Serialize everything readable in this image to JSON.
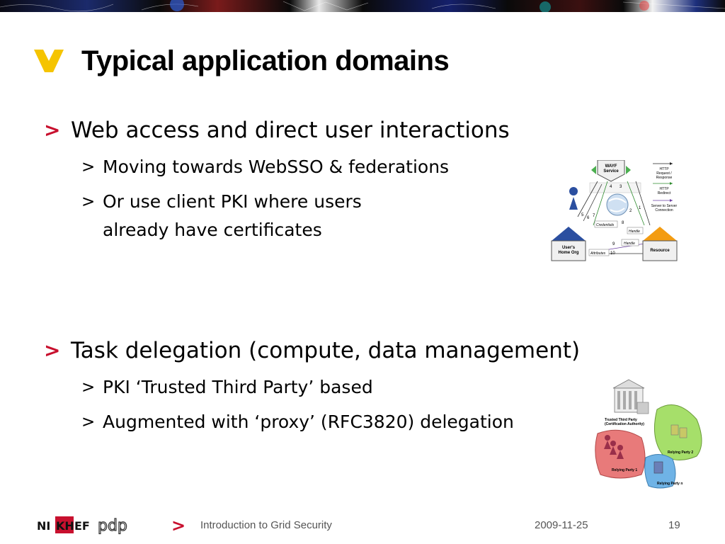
{
  "slide": {
    "title": "Typical application domains",
    "sections": [
      {
        "heading": "Web access and direct user interactions",
        "items": [
          {
            "lines": [
              "Moving towards WebSSO & federations"
            ]
          },
          {
            "lines": [
              "Or use client PKI where users",
              "already have certificates"
            ]
          }
        ]
      },
      {
        "heading": "Task delegation (compute, data management)",
        "items": [
          {
            "lines": [
              "PKI ‘Trusted Third Party’ based"
            ]
          },
          {
            "lines": [
              "Augmented with ‘proxy’ (RFC3820) delegation"
            ]
          }
        ]
      }
    ],
    "bullet_marker": ">"
  },
  "diagram_federation": {
    "wayf": [
      "WAYF",
      "Service"
    ],
    "home_org": [
      "User's",
      "Home Org"
    ],
    "resource": "Resource",
    "credentials": "Credentials",
    "handle_1": "Handle",
    "handle_2": "Handle",
    "attributes": "Attributes",
    "steps": [
      "4",
      "3",
      "5",
      "6",
      "7",
      "1",
      "2",
      "8",
      "9",
      "10"
    ],
    "legend": [
      {
        "label": [
          "HTTP",
          "Request /",
          "Response"
        ],
        "color": "#222222"
      },
      {
        "label": [
          "HTTP",
          "Redirect"
        ],
        "color": "#2e8b2e"
      },
      {
        "label": [
          "Server to Server",
          "Connection"
        ],
        "color": "#6a3fa0"
      }
    ]
  },
  "diagram_trust": {
    "ttp": [
      "Trusted Third Party",
      "(Certification Authority)"
    ],
    "rp1": "Relying Party 1",
    "rp2": "Relying Party 2",
    "rpn": "Relying Party n",
    "colors": {
      "rp1": "#e87a7a",
      "rp2": "#a6df6a",
      "rpn": "#6fb3e6"
    }
  },
  "footer": {
    "logo_text_left": "NI",
    "logo_text_mid": "KH",
    "logo_text_right": "EF",
    "logo_pdp": "pdp",
    "marker": ">",
    "talk_title": "Introduction to Grid Security",
    "date": "2009-11-25",
    "page_number": "19"
  },
  "colors": {
    "accent_red": "#c8102e",
    "title_mark_yellow": "#f5c400"
  }
}
